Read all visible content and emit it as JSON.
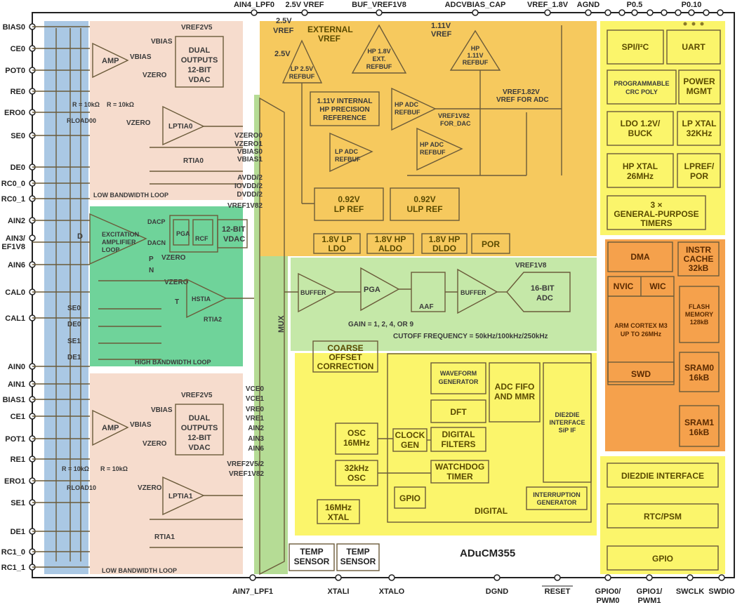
{
  "chip_name": "ADuCM355",
  "top_pins": [
    "AIN4_LPF0",
    "2.5V VREF",
    "BUF_VREF1V8",
    "ADCVBIAS_CAP",
    "VREF_1.8V",
    "AGND",
    "P0.5",
    "P0.10"
  ],
  "bottom_pins": [
    "AIN7_LPF1",
    "XTALI",
    "XTALO",
    "DGND",
    "RESET",
    "GPIO0/",
    "PWM0",
    "GPIO1/",
    "PWM1",
    "SWCLK",
    "SWDIO"
  ],
  "left_pins": [
    "BIAS0",
    "CE0",
    "POT0",
    "RE0",
    "ERO0",
    "SE0",
    "DE0",
    "RC0_0",
    "RC0_1",
    "AIN2",
    "AIN3/",
    "EF1V8",
    "AIN6",
    "CAL0",
    "CAL1",
    "AIN0",
    "AIN1",
    "BIAS1",
    "CE1",
    "POT1",
    "RE1",
    "ERO1",
    "SE1",
    "DE1",
    "RC1_0",
    "RC1_1"
  ],
  "afe0": {
    "vref": "VREF2V5",
    "vbias": "VBIAS",
    "vzero": "VZERO",
    "amp": "AMP",
    "vdac": [
      "DUAL",
      "OUTPUTS",
      "12-BIT",
      "VDAC"
    ],
    "r1": "R = 10kΩ",
    "r2": "R = 10kΩ",
    "rload": "RLOAD00",
    "lptia": "LPTIA0",
    "rtia": "RTIA0",
    "vzero2": "VZERO",
    "loop": "LOW BANDWIDTH LOOP"
  },
  "hs": {
    "dacp": "DACP",
    "dacn": "DACN",
    "pga": "PGA",
    "rcf": "RCF",
    "vdac": [
      "12-BIT",
      "VDAC"
    ],
    "exc": [
      "EXCITATION",
      "AMPLIFIER",
      "LOOP"
    ],
    "d": "D",
    "p": "P",
    "n": "N",
    "vzero": "VZERO",
    "t": "T",
    "hstia": "HSTIA",
    "rtia2": "RTIA2",
    "se": [
      "SE0",
      "DE0",
      "SE1",
      "DE1"
    ],
    "loop": "HIGH BANDWIDTH LOOP"
  },
  "afe1": {
    "vref": "VREF2V5",
    "vbias": "VBIAS",
    "vzero": "VZERO",
    "amp": "AMP",
    "vdac": [
      "DUAL",
      "OUTPUTS",
      "12-BIT",
      "VDAC"
    ],
    "r1": "R = 10kΩ",
    "r2": "R = 10kΩ",
    "rload": "RLOAD10",
    "lptia": "LPTIA1",
    "rtia": "RTIA1",
    "vzero2": "VZERO",
    "loop": "LOW BANDWIDTH LOOP"
  },
  "mux": {
    "label": "MUX",
    "inputs_top": [
      "VZERO0",
      "VZERO1",
      "VBIAS0",
      "VBIAS1",
      "AVDD/2",
      "IOVDD/2",
      "DVDD/2",
      "VREF1V82"
    ],
    "inputs_bottom": [
      "VCE0",
      "VCE1",
      "VRE0",
      "VRE1",
      "AIN2",
      "AIN3",
      "AIN6",
      "VREF2V5/2",
      "VREF1V82"
    ]
  },
  "ref": {
    "ext_vref": [
      "2.5V",
      "VREF"
    ],
    "external": [
      "EXTERNAL",
      "VREF"
    ],
    "v25": "2.5V",
    "lp25": [
      "LP 2.5V",
      "REFBUF"
    ],
    "hp18": [
      "HP 1.8V",
      "EXT.",
      "REFBUF"
    ],
    "v111": [
      "1.11V",
      "VREF"
    ],
    "hp111": [
      "HP",
      "1.11V",
      "REFBUF"
    ],
    "internal": [
      "1.11V INTERNAL",
      "HP PRECISION",
      "REFERENCE"
    ],
    "hpadc1": [
      "HP ADC",
      "REFBUF"
    ],
    "vref182": [
      "VREF1.82V",
      "VREF FOR ADC"
    ],
    "vref1v82": [
      "VREF1V82",
      "FOR_DAC"
    ],
    "lpadc": [
      "LP ADC",
      "REFBUF"
    ],
    "hpadc2": [
      "HP ADC",
      "REFBUF"
    ],
    "lpref": [
      "0.92V",
      "LP REF"
    ],
    "ulpref": [
      "0.92V",
      "ULP REF"
    ],
    "ldo": [
      [
        "1.8V LP",
        "LDO"
      ],
      [
        "1.8V HP",
        "ALDO"
      ],
      [
        "1.8V HP",
        "DLDO"
      ],
      [
        "POR"
      ]
    ]
  },
  "adc": {
    "vref": "VREF1V8",
    "buffer1": "BUFFER",
    "pga": "PGA",
    "aaf": "AAF",
    "buffer2": "BUFFER",
    "adc": [
      "16-BIT",
      "ADC"
    ],
    "gain": "GAIN = 1, 2, 4, OR 9",
    "cutoff": "CUTOFF FREQUENCY = 50kHz/100kHz/250kHz",
    "offset": [
      "COARSE",
      "OFFSET",
      "CORRECTION"
    ]
  },
  "digital": {
    "title": "DIGITAL",
    "waveform": [
      "WAVEFORM",
      "GENERATOR"
    ],
    "fifo": [
      "ADC FIFO",
      "AND MMR"
    ],
    "die2die": [
      "DIE2DIE",
      "INTERFACE",
      "SiP IF"
    ],
    "dft": "DFT",
    "osc16": [
      "OSC",
      "16MHz"
    ],
    "clock": [
      "CLOCK",
      "GEN"
    ],
    "filters": [
      "DIGITAL",
      "FILTERS"
    ],
    "osc32": [
      "32kHz",
      "OSC"
    ],
    "watchdog": [
      "WATCHDOG",
      "TIMER"
    ],
    "gpio": "GPIO",
    "interrupt": [
      "INTERRUPTION",
      "GENERATOR"
    ],
    "xtal": [
      "16MHz",
      "XTAL"
    ]
  },
  "temp": [
    [
      "TEMP",
      "SENSOR"
    ],
    [
      "TEMP",
      "SENSOR"
    ]
  ],
  "mcu_periph": {
    "spi": "SPI/I²C",
    "uart": "UART",
    "crc": [
      "PROGRAMMABLE",
      "CRC POLY"
    ],
    "power": [
      "POWER",
      "MGMT"
    ],
    "ldo": [
      "LDO 1.2V/",
      "BUCK"
    ],
    "lpxtal": [
      "LP XTAL",
      "32KHz"
    ],
    "hpxtal": [
      "HP XTAL",
      "26MHz"
    ],
    "lpref": [
      "LPREF/",
      "POR"
    ],
    "timers": [
      "3 ×",
      "GENERAL-PURPOSE",
      "TIMERS"
    ]
  },
  "cortex": {
    "dma": "DMA",
    "cache": [
      "INSTR",
      "CACHE",
      "32kB"
    ],
    "nvic": "NVIC",
    "wic": "WIC",
    "core": [
      "ARM CORTEX M3",
      "UP TO 26MHz"
    ],
    "flash": [
      "FLASH",
      "MEMORY",
      "128kB"
    ],
    "swd": "SWD",
    "sram0": [
      "SRAM0",
      "16kB"
    ],
    "sram1": [
      "SRAM1",
      "16kB"
    ]
  },
  "io": {
    "die2die": "DIE2DIE INTERFACE",
    "rtc": "RTC/PSM",
    "gpio": "GPIO"
  },
  "colors": {
    "blue": "#aac8e4",
    "peach": "#f6dccd",
    "green": "#6fd39a",
    "mux": "#b5dc95",
    "orange": "#f6c95e",
    "yellow": "#fbf56b",
    "cortex": "#f5a14c",
    "adcgreen": "#c5e8a8"
  }
}
